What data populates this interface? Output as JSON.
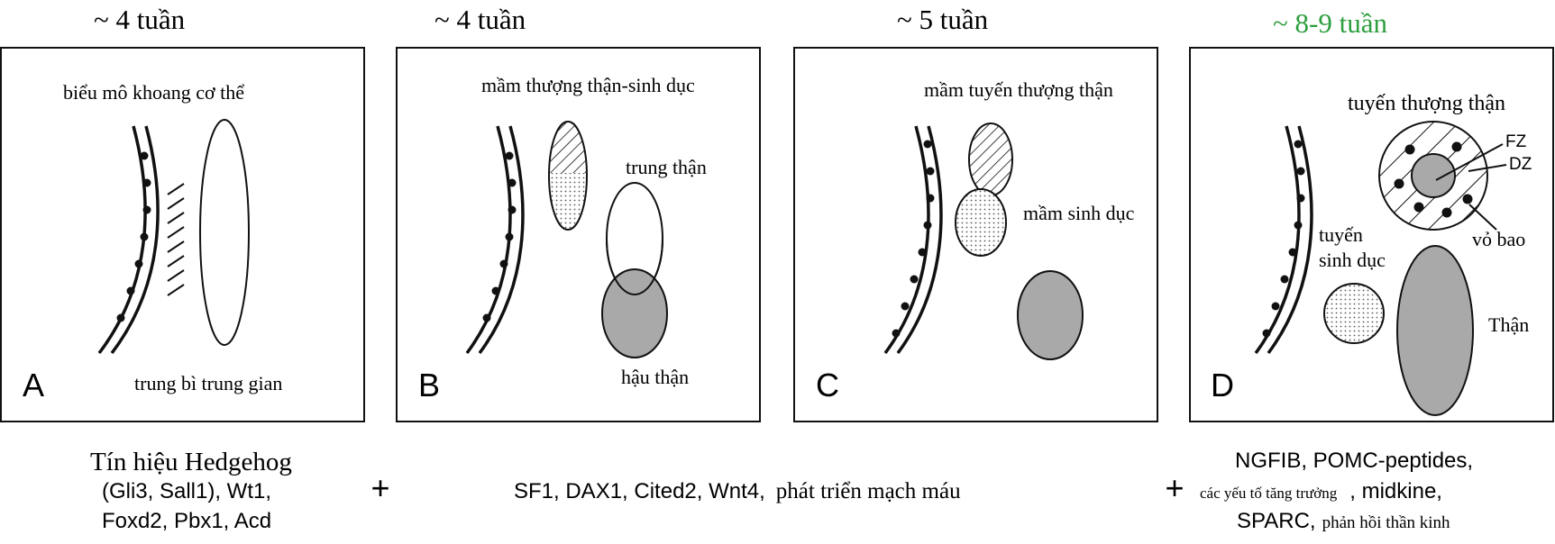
{
  "colors": {
    "stroke": "#111111",
    "organ_gray": "#a9a9a9",
    "highlight_green": "#2e9e3e",
    "background": "#ffffff"
  },
  "panels": [
    {
      "time": "~ 4 tuần",
      "letter": "A",
      "labels": [
        "biểu mô khoang cơ thể",
        "trung bì trung gian"
      ]
    },
    {
      "time": "~ 4 tuần",
      "letter": "B",
      "labels": [
        "mầm thượng thận-sinh dục",
        "trung thận",
        "hậu thận"
      ]
    },
    {
      "time": "~ 5 tuần",
      "letter": "C",
      "labels": [
        "mầm tuyến thượng thận",
        "mầm sinh dục"
      ]
    },
    {
      "time": "~ 8-9 tuần",
      "letter": "D",
      "labels": [
        "tuyến thượng thận",
        "FZ",
        "DZ",
        "tuyến",
        "sinh dục",
        "vỏ bao",
        "Thận"
      ]
    }
  ],
  "signals": {
    "group1": {
      "title": "Tín hiệu Hedgehog",
      "line2": "(Gli3, Sall1), Wt1,",
      "line3": "Foxd2, Pbx1, Acd"
    },
    "plus": "+",
    "group2": {
      "genes": "SF1, DAX1, Cited2, Wnt4,",
      "text": "phát triển mạch máu"
    },
    "group3": {
      "line1": "NGFIB, POMC-peptides,",
      "growth": "các yếu tố tăng trưởng",
      "midkine": ", midkine,",
      "sparc": "SPARC,",
      "neural": "phản hồi thần kinh"
    }
  }
}
